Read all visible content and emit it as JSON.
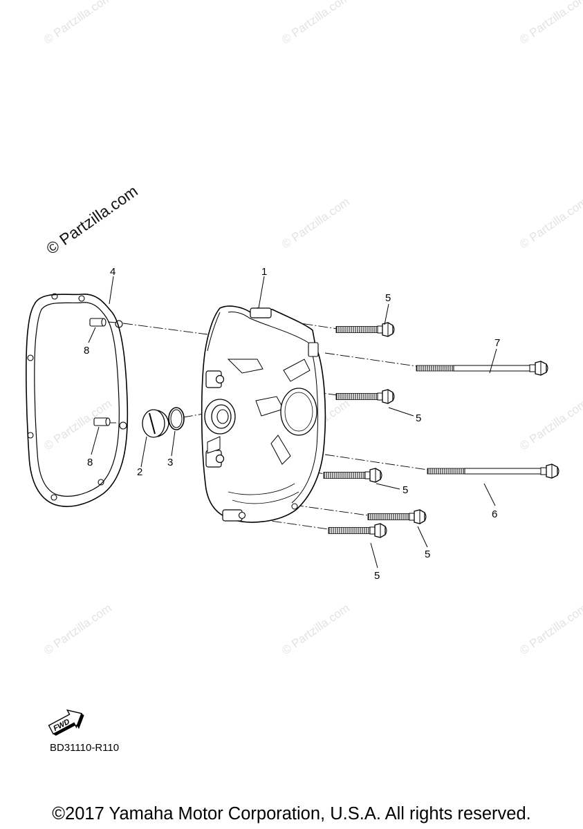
{
  "watermark": {
    "text": "© Partzilla.com"
  },
  "callouts": {
    "cover": "1",
    "plug": "2",
    "oring": "3",
    "gasket": "4",
    "bolt_a": "5",
    "bolt_b": "5",
    "bolt_c": "5",
    "bolt_d": "5",
    "bolt_e": "5",
    "bolt_long_lower": "6",
    "bolt_long_upper": "7",
    "dowel_upper": "8",
    "dowel_lower": "8"
  },
  "fwd_label": "FWD",
  "diagram_code": "BD31110-R110",
  "copyright": "©2017 Yamaha Motor Corporation, U.S.A. All rights reserved."
}
